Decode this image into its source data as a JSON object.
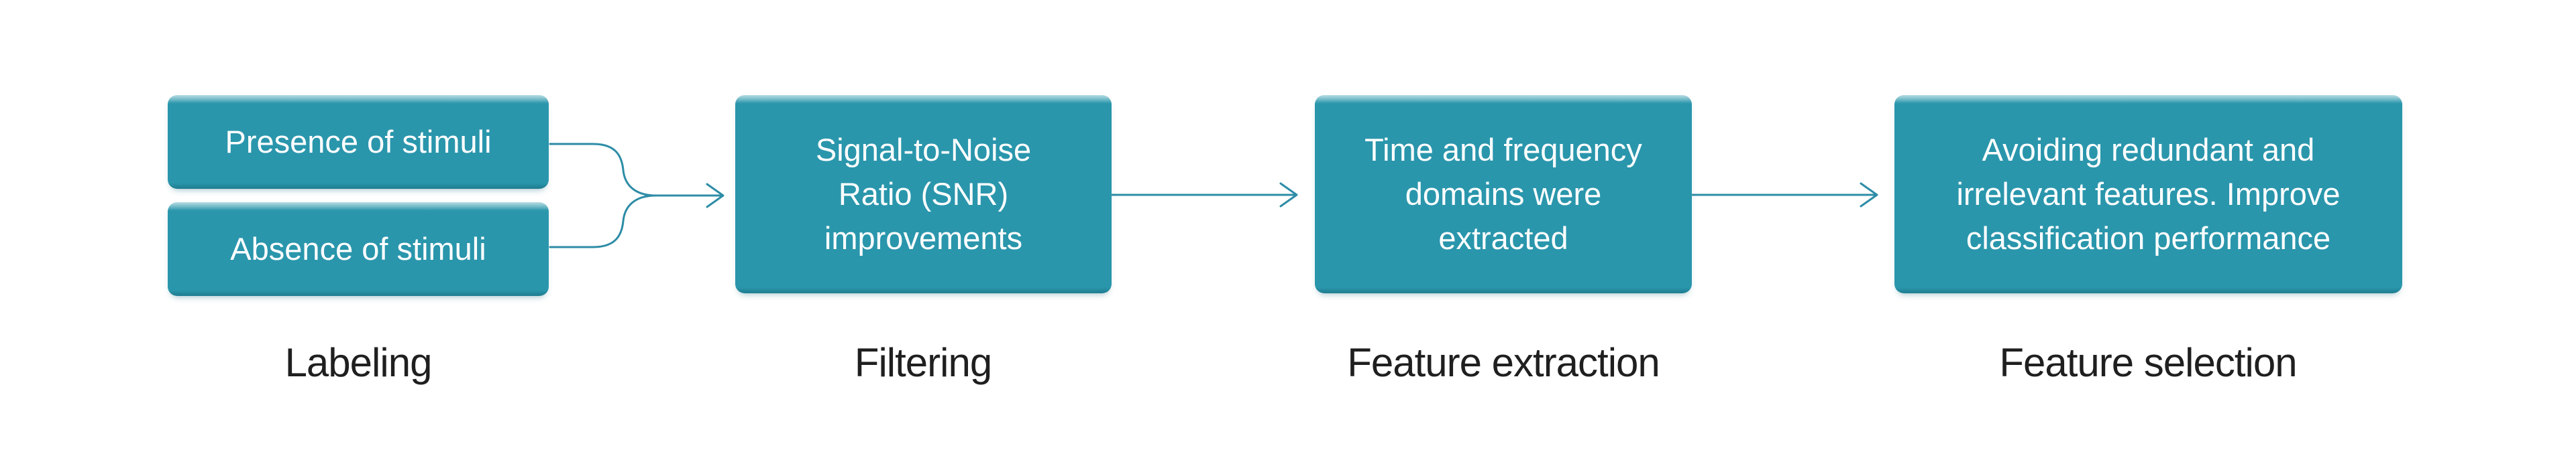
{
  "theme": {
    "bg": "#ffffff",
    "accent": "#2A96AC",
    "accent-dark": "#1E7B8F",
    "line-color": "#2D8CA6",
    "label-color": "#1F1F1F",
    "box-text-color": "#ffffff"
  },
  "stages": [
    {
      "label": "Labeling",
      "boxes": [
        {
          "lines": [
            "Presence of stimuli"
          ]
        },
        {
          "lines": [
            "Absence of stimuli"
          ]
        }
      ]
    },
    {
      "label": "Filtering",
      "boxes": [
        {
          "lines": [
            "Signal-to-Noise",
            "Ratio (SNR)",
            "improvements"
          ]
        }
      ]
    },
    {
      "label": "Feature extraction",
      "boxes": [
        {
          "lines": [
            "Time and frequency",
            "domains were",
            "extracted"
          ]
        }
      ]
    },
    {
      "label": "Feature selection",
      "boxes": [
        {
          "lines": [
            "Avoiding redundant and",
            "irrelevant features. Improve",
            "classification performance"
          ]
        }
      ]
    }
  ]
}
